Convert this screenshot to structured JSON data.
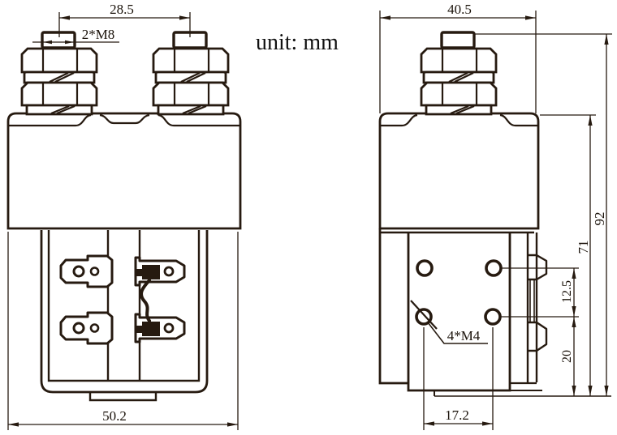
{
  "drawing": {
    "unit_note": "unit: mm",
    "dimensions": {
      "stud_spacing": "28.5",
      "stud_thread": "2*M8",
      "front_width": "50.2",
      "side_width": "40.5",
      "overall_height": "92",
      "body_height": "71",
      "mount_hole_spacing_v": "12.5",
      "mount_hole_to_base": "20",
      "mount_hole_spacing_h": "17.2",
      "mount_thread": "4*M4"
    },
    "colors": {
      "line": "#261a10",
      "background": "#ffffff"
    }
  }
}
